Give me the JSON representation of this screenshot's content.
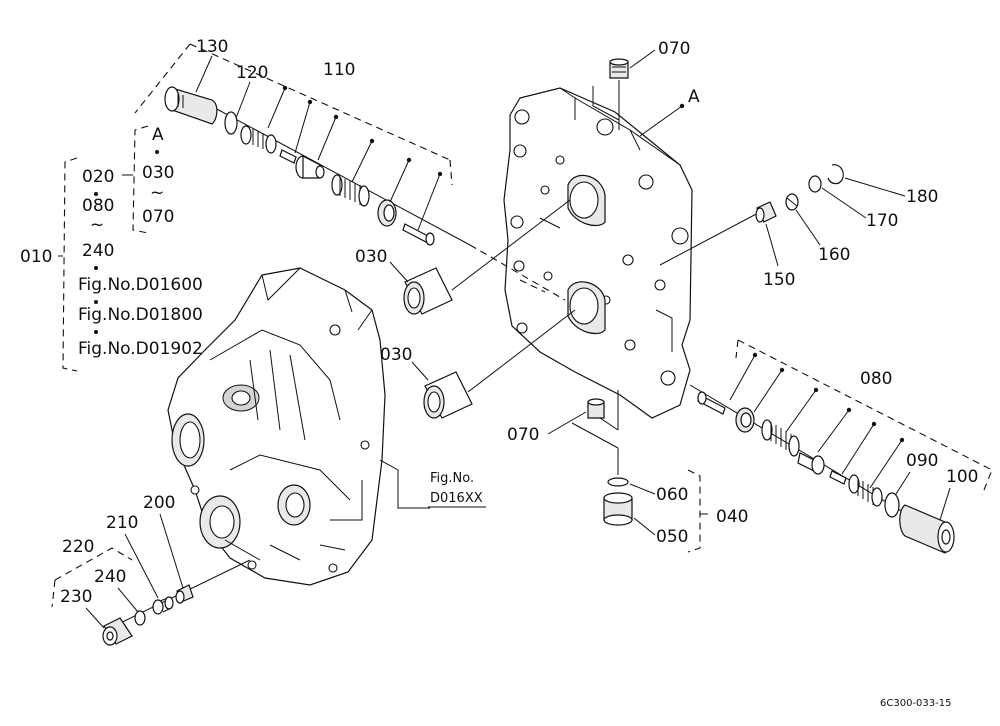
{
  "diagram": {
    "drawing_code": "6C300-033-15",
    "ref_label_A": "A",
    "fig_ref_label": "Fig.No.",
    "fig_ref_code": "D016XX",
    "group_010": {
      "number": "010",
      "lines": [
        "020",
        "080",
        "240",
        "Fig.No.D01600",
        "Fig.No.D01800",
        "Fig.No.D01902"
      ]
    },
    "group_A": {
      "lines": [
        "A",
        "030",
        "070"
      ]
    },
    "tilde": "~",
    "parts": {
      "p030a": "030",
      "p030b": "030",
      "p040": "040",
      "p050": "050",
      "p060": "060",
      "p070a": "070",
      "p070b": "070",
      "p080": "080",
      "p090": "090",
      "p100": "100",
      "p110": "110",
      "p120": "120",
      "p130": "130",
      "p150": "150",
      "p160": "160",
      "p170": "170",
      "p180": "180",
      "p200": "200",
      "p210": "210",
      "p220": "220",
      "p230": "230",
      "p240": "240"
    }
  }
}
